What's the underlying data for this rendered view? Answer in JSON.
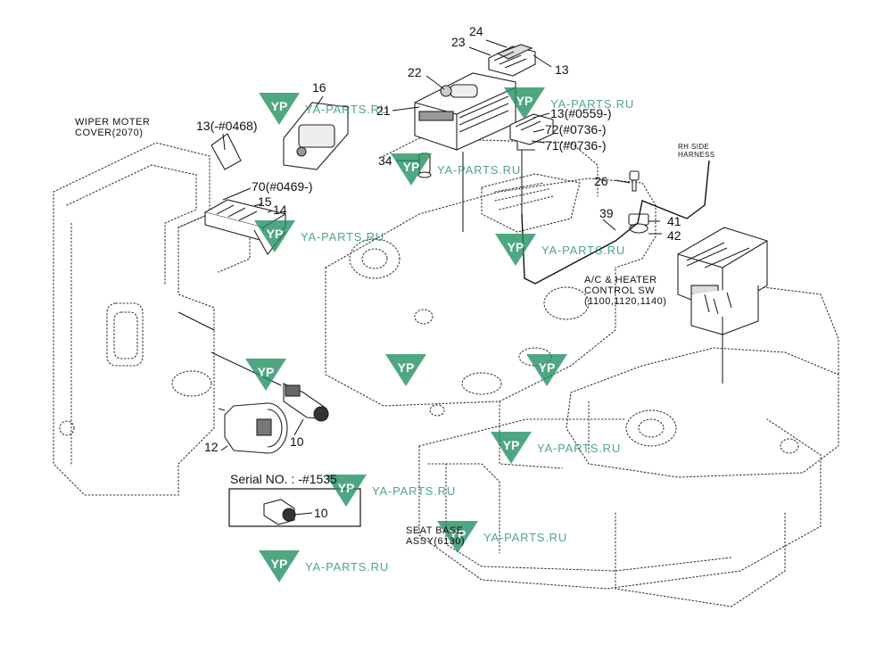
{
  "parts": {
    "p24": "24",
    "p23": "23",
    "p13a": "13",
    "p22": "22",
    "p16": "16",
    "p21": "21",
    "p13b": "13(#0559-)",
    "p72": "72(#0736-)",
    "p71": "71(#0736-)",
    "p13c": "13(-#0468)",
    "p34": "34",
    "p26": "26",
    "p70": "70(#0469-)",
    "p15": "15",
    "p14": "14",
    "p39": "39",
    "p41": "41",
    "p42": "42",
    "p12": "12",
    "p10a": "10",
    "p10b": "10"
  },
  "captions": {
    "wiper_line1": "WIPER MOTER",
    "wiper_line2": "COVER(2070)",
    "rh_line1": "RH SIDE",
    "rh_line2": "HARNESS",
    "ac_line1": "A/C & HEATER",
    "ac_line2": "CONTROL SW",
    "ac_line3": "(1100,1120,1140)",
    "seat_line1": "SEAT BASE",
    "seat_line2": "ASSY(6130)",
    "serial": "Serial NO. : -#1535"
  },
  "watermark": {
    "text": "YA-PARTS.RU",
    "color": "#1e8f5e"
  }
}
